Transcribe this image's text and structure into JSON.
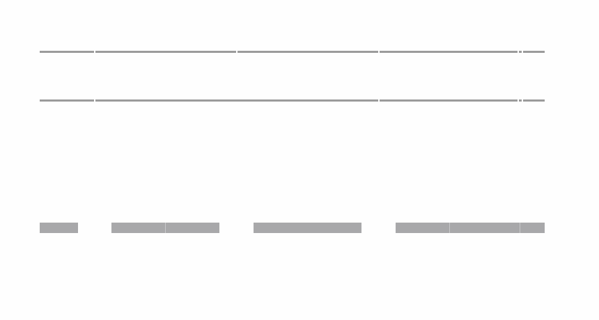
{
  "screen": {
    "state": "loading-skeleton",
    "background_color": "#fefefe",
    "rule_color": "#9b9b9b",
    "placeholder_color": "#a8a8aa"
  },
  "table_skeleton": {
    "column_count": 6,
    "placeholder_count": 7
  }
}
